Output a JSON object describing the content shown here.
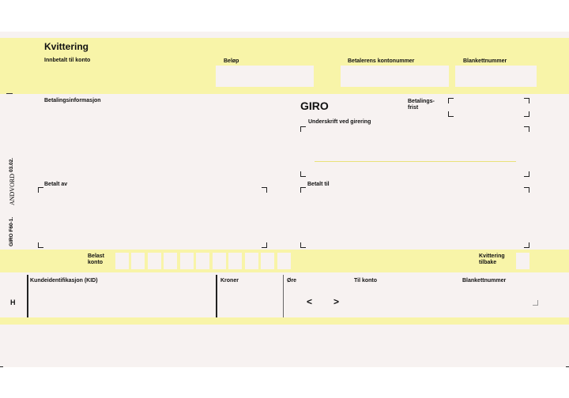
{
  "receipt": {
    "title": "Kvittering",
    "paid_to_account": "Innbetalt til konto",
    "amount": "Beløp",
    "payer_account": "Betalerens kontonummer",
    "form_number": "Blankettnummer"
  },
  "payment": {
    "info_label": "Betalingsinformasjon",
    "giro_title": "GIRO",
    "due_date_line1": "Betalings-",
    "due_date_line2": "frist",
    "signature": "Underskrift ved girering",
    "paid_by": "Betalt av",
    "paid_to": "Betalt til"
  },
  "side_text": {
    "form_code": "GIRO F60-1.",
    "publisher": "ANDVORD",
    "version": "03.02."
  },
  "debit": {
    "label_line1": "Belast",
    "label_line2": "konto",
    "receipt_back_line1": "Kvittering",
    "receipt_back_line2": "tilbake"
  },
  "bottom": {
    "row_marker": "H",
    "kid": "Kundeidentifikasjon (KID)",
    "kroner": "Kroner",
    "ore": "Øre",
    "to_account": "Til konto",
    "form_number": "Blankettnummer",
    "bracket_left": "<",
    "bracket_right": ">"
  },
  "colors": {
    "band_yellow": "#f8f4a8",
    "paper": "#f7f2f1",
    "signature_line": "#e9e27a"
  }
}
